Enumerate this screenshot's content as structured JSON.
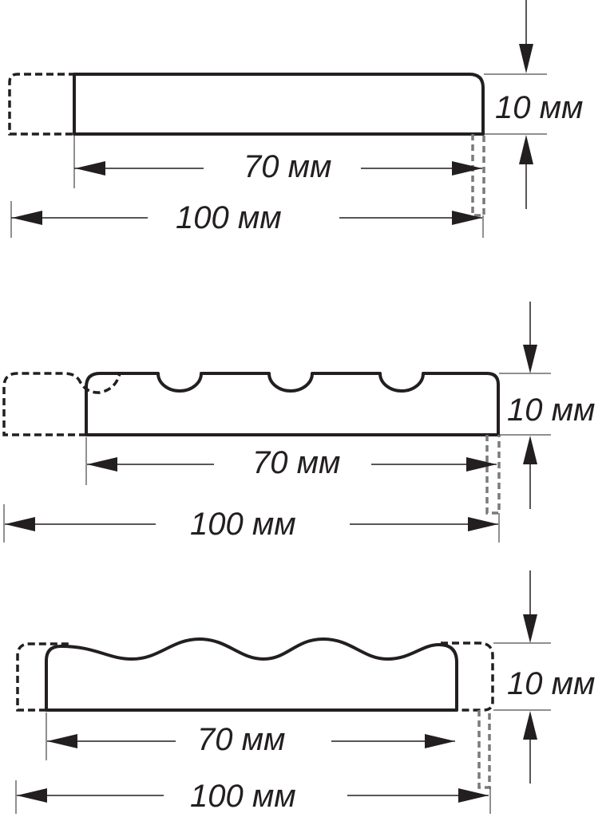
{
  "diagram": {
    "profiles": [
      {
        "shape": "flat",
        "height_label": "10 мм",
        "inner_width_label": "70 мм",
        "outer_width_label": "100 мм"
      },
      {
        "shape": "three-grooves",
        "height_label": "10 мм",
        "inner_width_label": "70 мм",
        "outer_width_label": "100 мм"
      },
      {
        "shape": "wave",
        "height_label": "10 мм",
        "inner_width_label": "70 мм",
        "outer_width_label": "100 мм"
      }
    ],
    "colors": {
      "stroke": "#231f20",
      "ghost_grey": "#7a7a7a",
      "background": "#ffffff"
    }
  }
}
